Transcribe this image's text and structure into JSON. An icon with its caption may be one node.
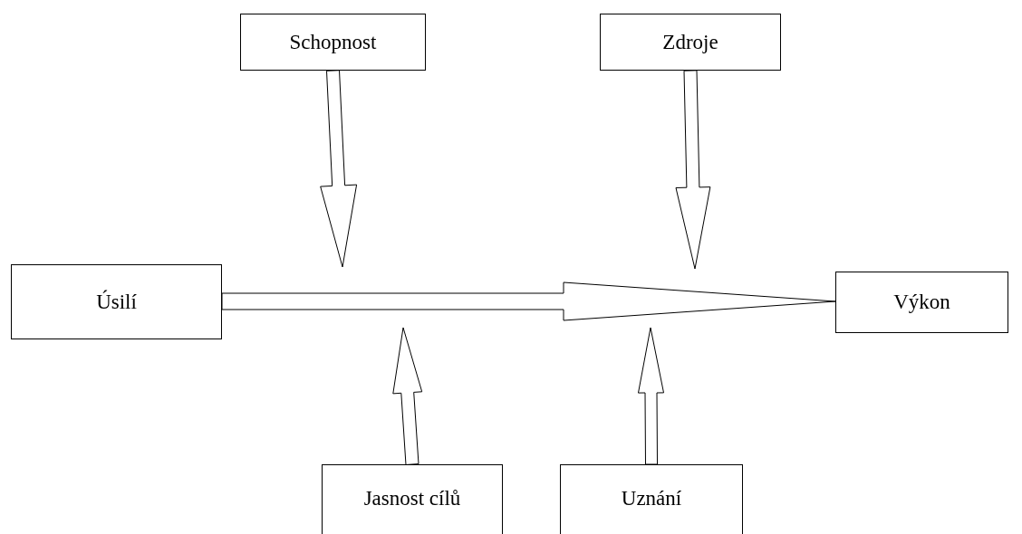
{
  "diagram": {
    "nodes": [
      {
        "text": [
          "Schopnost"
        ]
      },
      {
        "text": [
          "Zdroje"
        ]
      },
      {
        "text": [
          "Úsilí"
        ]
      },
      {
        "text": [
          "Výkon"
        ]
      },
      {
        "text": [
          "Jasnost cílů"
        ]
      },
      {
        "text": [
          "Uznání"
        ]
      }
    ],
    "edges": [
      {
        "from": 2,
        "to": 3,
        "arrow": "to"
      },
      {
        "from": 0,
        "to": null,
        "arrow": "to"
      },
      {
        "from": 1,
        "to": null,
        "arrow": "to"
      },
      {
        "from": 4,
        "to": null,
        "arrow": "to"
      },
      {
        "from": 5,
        "to": null,
        "arrow": "to"
      }
    ]
  }
}
